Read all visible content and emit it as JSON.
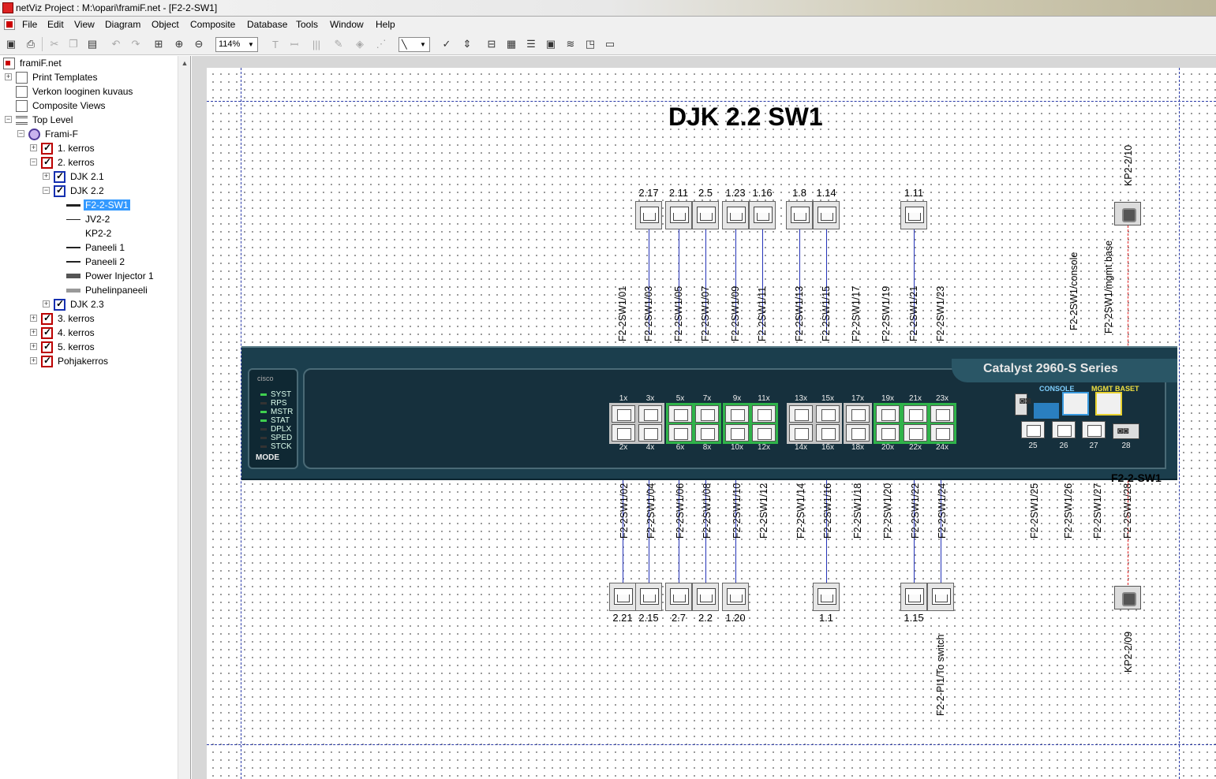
{
  "window": {
    "title": "netViz Project : M:\\opari\\framiF.net - [F2-2-SW1]"
  },
  "menu": [
    "File",
    "Edit",
    "View",
    "Diagram",
    "Object",
    "Composite",
    "Database",
    "Tools",
    "Window",
    "Help"
  ],
  "toolbar": {
    "zoom": "114%"
  },
  "tree": {
    "root": "framiF.net",
    "items": [
      {
        "label": "Print Templates"
      },
      {
        "label": "Verkon looginen kuvaus"
      },
      {
        "label": "Composite Views"
      },
      {
        "label": "Top Level"
      },
      {
        "label": "Frami-F"
      },
      {
        "label": "1. kerros"
      },
      {
        "label": "2. kerros"
      },
      {
        "label": "DJK 2.1"
      },
      {
        "label": "DJK 2.2"
      },
      {
        "label": "F2-2-SW1"
      },
      {
        "label": "JV2-2"
      },
      {
        "label": "KP2-2"
      },
      {
        "label": "Paneeli 1"
      },
      {
        "label": "Paneeli 2"
      },
      {
        "label": "Power Injector 1"
      },
      {
        "label": "Puhelinpaneeli"
      },
      {
        "label": "DJK 2.3"
      },
      {
        "label": "3. kerros"
      },
      {
        "label": "4. kerros"
      },
      {
        "label": "5. kerros"
      },
      {
        "label": "Pohjakerros"
      }
    ]
  },
  "diagram": {
    "title": "DJK 2.2 SW1",
    "device_name": "F2-2-SW1",
    "brand": "Catalyst 2960-S Series",
    "leds": [
      "SYST",
      "RPS",
      "MSTR",
      "STAT",
      "DPLX",
      "SPED",
      "STCK"
    ],
    "mode": "MODE",
    "cisco": "cisco",
    "console_label": "CONSOLE",
    "mgmt_label": "MGMT BASET",
    "top_jacks": [
      "2.17",
      "2.11",
      "2.5",
      "1.23",
      "1.16",
      "1.8",
      "1.14",
      "1.11"
    ],
    "bottom_jacks": [
      "2.21",
      "2.15",
      "2.7",
      "2.2",
      "1.20",
      "1.1",
      "1.15"
    ],
    "fiber_top": "KP2-2/10",
    "fiber_bottom": "KP2-2/09",
    "top_port_labels": [
      "F2-2SW1/01",
      "F2-2SW1/03",
      "F2-2SW1/05",
      "F2-2SW1/07",
      "F2-2SW1/09",
      "F2-2SW1/11",
      "F2-2SW1/13",
      "F2-2SW1/15",
      "F2-2SW1/17",
      "F2-2SW1/19",
      "F2-2SW1/21",
      "F2-2SW1/23",
      "F2-2SW1/console",
      "F2-2SW1/mgmt base"
    ],
    "bottom_port_labels": [
      "F2-2SW1/02",
      "F2-2SW1/04",
      "F2-2SW1/06",
      "F2-2SW1/08",
      "F2-2SW1/10",
      "F2-2SW1/12",
      "F2-2SW1/14",
      "F2-2SW1/16",
      "F2-2SW1/18",
      "F2-2SW1/20",
      "F2-2SW1/22",
      "F2-2SW1/24",
      "F2-2SW1/25",
      "F2-2SW1/26",
      "F2-2SW1/27",
      "F2-2SW1/28"
    ],
    "panel_link_label": "F2-2-PI1/To switch",
    "port_numbers_top": [
      "1x",
      "3x",
      "5x",
      "7x",
      "9x",
      "11x",
      "13x",
      "15x",
      "17x",
      "19x",
      "21x",
      "23x"
    ],
    "port_numbers_bottom": [
      "2x",
      "4x",
      "6x",
      "8x",
      "10x",
      "12x",
      "14x",
      "16x",
      "18x",
      "20x",
      "22x",
      "24x"
    ],
    "uplinks": [
      "25",
      "26",
      "27",
      "28"
    ]
  }
}
